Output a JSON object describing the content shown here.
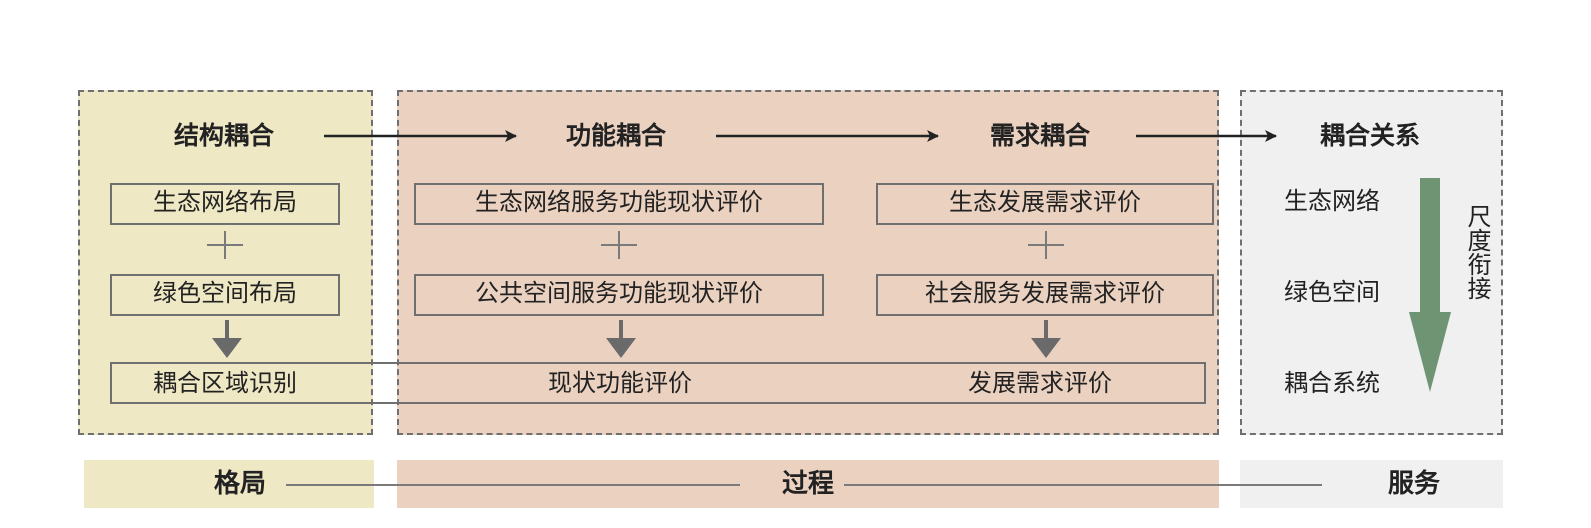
{
  "columns": {
    "structure": {
      "title": "结构耦合",
      "item_1": "生态网络布局",
      "item_2": "绿色空间布局",
      "result": "耦合区域识别"
    },
    "function": {
      "title": "功能耦合",
      "item_1": "生态网络服务功能现状评价",
      "item_2": "公共空间服务功能现状评价",
      "result": "现状功能评价"
    },
    "demand": {
      "title": "需求耦合",
      "item_1": "生态发展需求评价",
      "item_2": "社会服务发展需求评价",
      "result": "发展需求评价"
    },
    "relation": {
      "title": "耦合关系",
      "items": [
        "生态网络",
        "绿色空间",
        "耦合系统"
      ],
      "scale_label": "尺度衔接"
    }
  },
  "footer": {
    "pattern": "格局",
    "process": "过程",
    "service": "服务"
  },
  "colors": {
    "structure_fill": "#efe8c4",
    "process_fill": "#ebd1c0",
    "service_fill": "#f0f0f0",
    "scale_arrow": "#6e9474",
    "line": "#6f6f6f"
  },
  "icons": {
    "plus": "plus-icon",
    "down_arrow": "down-arrow-icon",
    "right_arrow": "right-arrow-icon"
  }
}
